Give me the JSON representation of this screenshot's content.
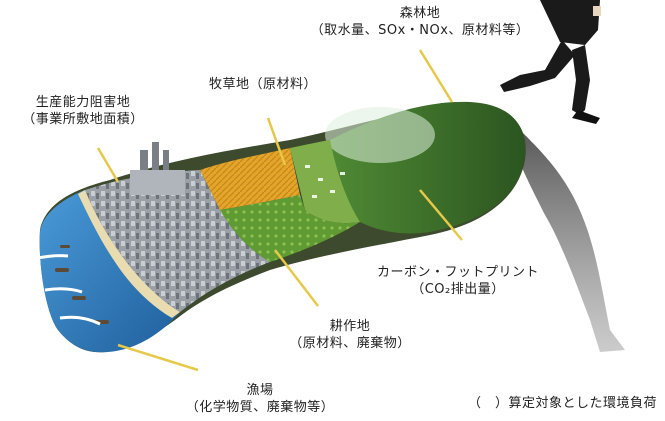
{
  "labels": {
    "forest": {
      "title": "森林地",
      "sub": "（取水量、SOx・NOx、原材料等）"
    },
    "pasture": {
      "title": "牧草地（原材料）"
    },
    "built": {
      "title": "生産能力阻害地",
      "sub": "（事業所敷地面積）"
    },
    "carbon": {
      "title": "カーボン・フットプリント",
      "sub": "（CO₂排出量）"
    },
    "cropland": {
      "title": "耕作地",
      "sub": "（原材料、廃棄物）"
    },
    "fishing": {
      "title": "漁場",
      "sub": "（化学物質、廃棄物等）"
    },
    "legend": {
      "text": "（　）算定対象とした環境負荷"
    }
  },
  "colors": {
    "leader": "#e6c84a",
    "water": "#2f7fc0",
    "forest": "#3c6a2a",
    "crop": "#6aa13a",
    "pasture": "#e0a12a",
    "city": "#8a8f96",
    "shadow": "#555555"
  }
}
